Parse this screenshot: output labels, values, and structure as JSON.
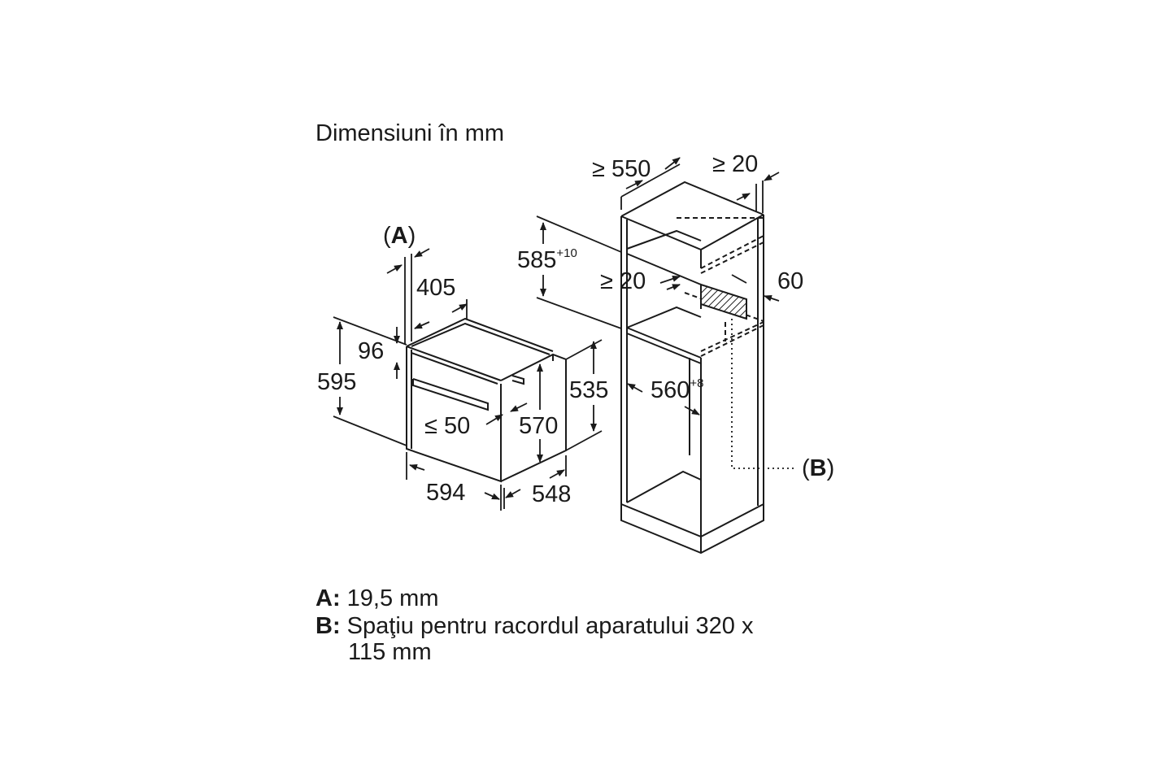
{
  "title": "Dimensiuni în mm",
  "dimensions": {
    "cab_depth": "≥ 550",
    "cab_rear_gap": "≥ 20",
    "cab_height": "585",
    "cab_height_tol": "+10",
    "cab_top_gap": "≥ 20",
    "cab_vent": "60",
    "cab_width": "560",
    "cab_width_tol": "+8",
    "A_label_open": "(",
    "A_label": "A",
    "A_label_close": ")",
    "B_label_open": "(",
    "B_label": "B",
    "B_label_close": ")",
    "oven_405": "405",
    "oven_96": "96",
    "oven_595": "595",
    "oven_535": "535",
    "oven_570": "570",
    "oven_50": "≤ 50",
    "oven_594": "594",
    "oven_548": "548"
  },
  "legend": [
    {
      "key": "A:",
      "text": "19,5 mm"
    },
    {
      "key": "B:",
      "text": "Spaţiu pentru racordul aparatului 320 x"
    },
    {
      "key": "",
      "text": "115 mm"
    }
  ]
}
